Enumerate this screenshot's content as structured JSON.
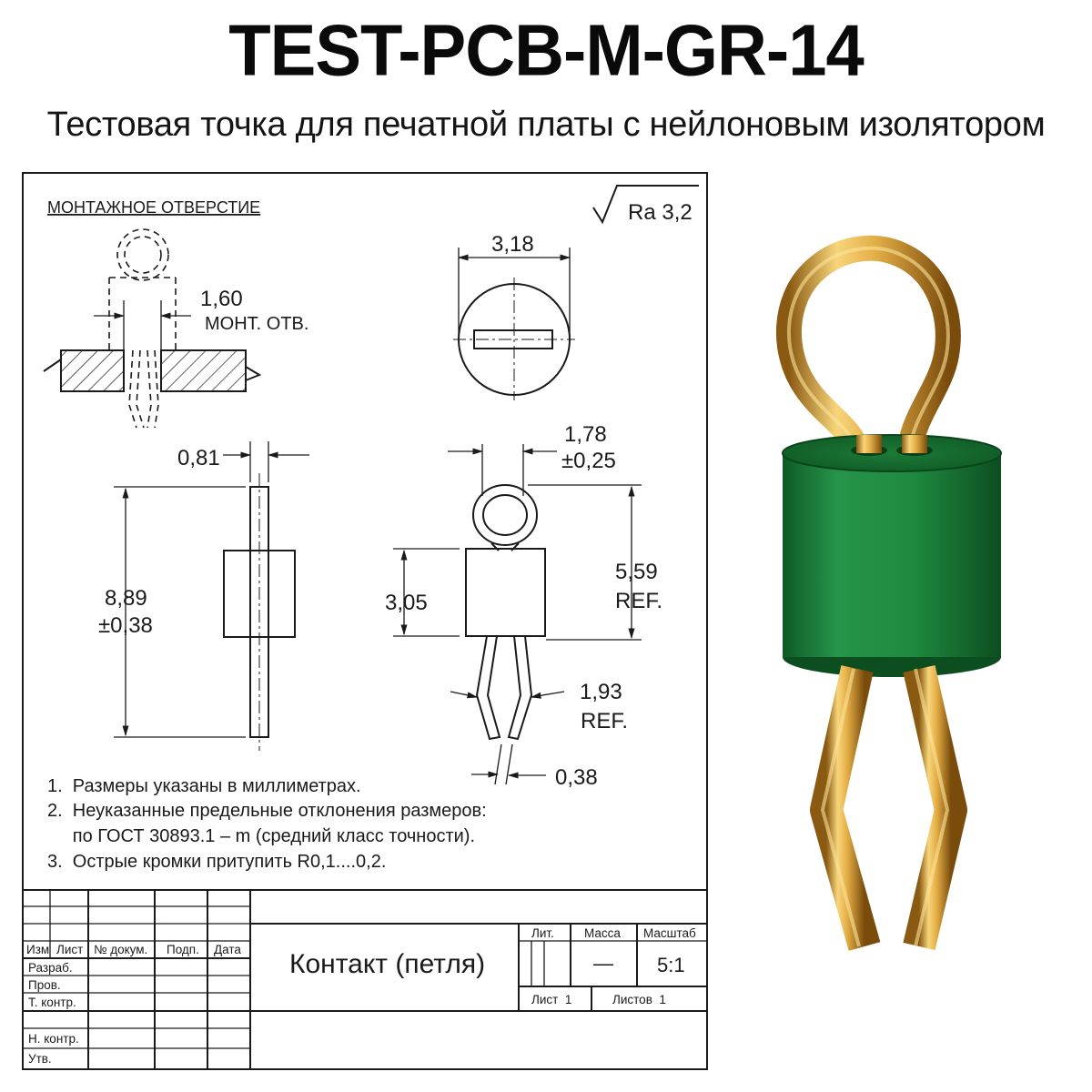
{
  "header": {
    "title": "TEST-PCB-M-GR-14",
    "subtitle": "Тестовая точка для печатной платы с нейлоновым изолятором"
  },
  "drawing": {
    "mount_label": "МОНТАЖНОЕ ОТВЕРСТИЕ",
    "roughness": "Ra 3,2",
    "dims": {
      "hole": "1,60",
      "hole_note": "МОНТ. ОТВ.",
      "diameter": "3,18",
      "wire": "0,81",
      "loop_line1": "1,78",
      "loop_line2": "±0,25",
      "length_line1": "8,89",
      "length_line2": "±0,38",
      "body": "3,05",
      "total_line1": "5,59",
      "total_line2": "REF.",
      "legs_line1": "1,93",
      "legs_line2": "REF.",
      "gap": "0,38"
    },
    "notes": [
      "1.  Размеры указаны в миллиметрах.",
      "2.  Неуказанные предельные отклонения размеров:",
      "     по ГОСТ 30893.1 – m (средний класс точности).",
      "3.  Острые кромки притупить R0,1....0,2."
    ]
  },
  "title_block": {
    "col_headers": [
      "Изм",
      "Лист",
      "№ докум.",
      "Подп.",
      "Дата"
    ],
    "rows": [
      "Разраб.",
      "Пров.",
      "Т. контр.",
      "Н. контр.",
      "Утв."
    ],
    "name": "Контакт (петля)",
    "lit_label": "Лит.",
    "mass_label": "Масса",
    "scale_label": "Масштаб",
    "mass_value": "—",
    "scale_value": "5:1",
    "sheet": "Лист  1",
    "sheets": "Листов  1"
  },
  "colors": {
    "insulator": "#1f8a3f",
    "gold": "#d9a53a"
  }
}
